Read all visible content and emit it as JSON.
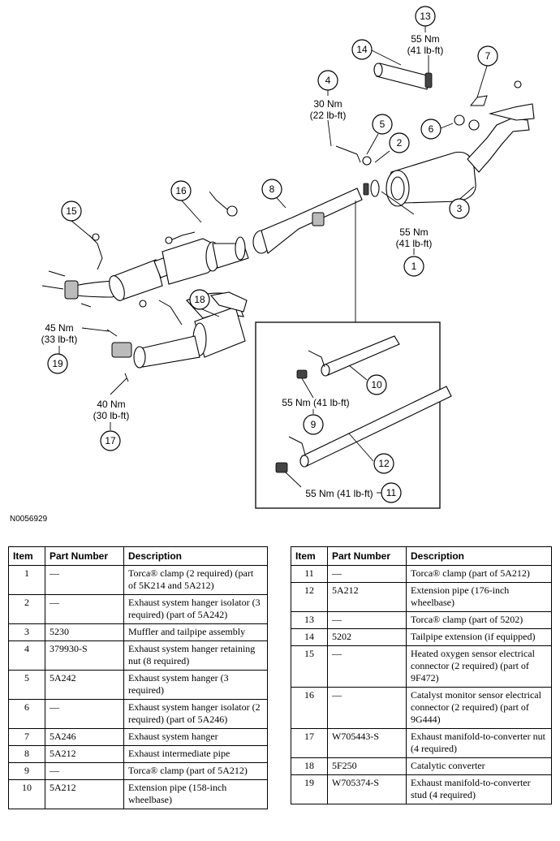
{
  "figure": {
    "id": "N0056929",
    "callouts": [
      "1",
      "2",
      "3",
      "4",
      "5",
      "6",
      "7",
      "8",
      "9",
      "10",
      "11",
      "12",
      "13",
      "14",
      "15",
      "16",
      "17",
      "18",
      "19"
    ],
    "torques": {
      "t13": [
        "55 Nm",
        "(41 lb-ft)"
      ],
      "t4": [
        "30 Nm",
        "(22 lb-ft)"
      ],
      "t1": [
        "55 Nm",
        "(41 lb-ft)"
      ],
      "t19": [
        "45 Nm",
        "(33 lb-ft)"
      ],
      "t17": [
        "40 Nm",
        "(30 lb-ft)"
      ],
      "t9": "55 Nm (41 lb-ft)",
      "t11": "55 Nm (41 lb-ft)"
    }
  },
  "table": {
    "headers": [
      "Item",
      "Part Number",
      "Description"
    ],
    "rows_left": [
      {
        "item": "1",
        "part": "—",
        "desc": "Torca® clamp (2 required) (part of 5K214 and 5A212)"
      },
      {
        "item": "2",
        "part": "—",
        "desc": "Exhaust system hanger isolator (3 required) (part of 5A242)"
      },
      {
        "item": "3",
        "part": "5230",
        "desc": "Muffler and tailpipe assembly"
      },
      {
        "item": "4",
        "part": "379930-S",
        "desc": "Exhaust system hanger retaining nut (8 required)"
      },
      {
        "item": "5",
        "part": "5A242",
        "desc": "Exhaust system hanger (3 required)"
      },
      {
        "item": "6",
        "part": "—",
        "desc": "Exhaust system hanger isolator (2 required) (part of 5A246)"
      },
      {
        "item": "7",
        "part": "5A246",
        "desc": "Exhaust system hanger"
      },
      {
        "item": "8",
        "part": "5A212",
        "desc": "Exhaust intermediate pipe"
      },
      {
        "item": "9",
        "part": "—",
        "desc": "Torca® clamp (part of 5A212)"
      },
      {
        "item": "10",
        "part": "5A212",
        "desc": "Extension pipe (158-inch wheelbase)"
      }
    ],
    "rows_right": [
      {
        "item": "11",
        "part": "—",
        "desc": "Torca® clamp (part of 5A212)"
      },
      {
        "item": "12",
        "part": "5A212",
        "desc": "Extension pipe (176-inch wheelbase)"
      },
      {
        "item": "13",
        "part": "—",
        "desc": "Torca® clamp (part of 5202)"
      },
      {
        "item": "14",
        "part": "5202",
        "desc": "Tailpipe extension (if equipped)"
      },
      {
        "item": "15",
        "part": "—",
        "desc": "Heated oxygen sensor electrical connector (2 required) (part of 9F472)"
      },
      {
        "item": "16",
        "part": "—",
        "desc": "Catalyst monitor sensor electrical connector (2 required) (part of 9G444)"
      },
      {
        "item": "17",
        "part": "W705443-S",
        "desc": "Exhaust manifold-to-converter nut (4 required)"
      },
      {
        "item": "18",
        "part": "5F250",
        "desc": "Catalytic converter"
      },
      {
        "item": "19",
        "part": "W705374-S",
        "desc": "Exhaust manifold-to-converter stud (4 required)"
      }
    ]
  }
}
